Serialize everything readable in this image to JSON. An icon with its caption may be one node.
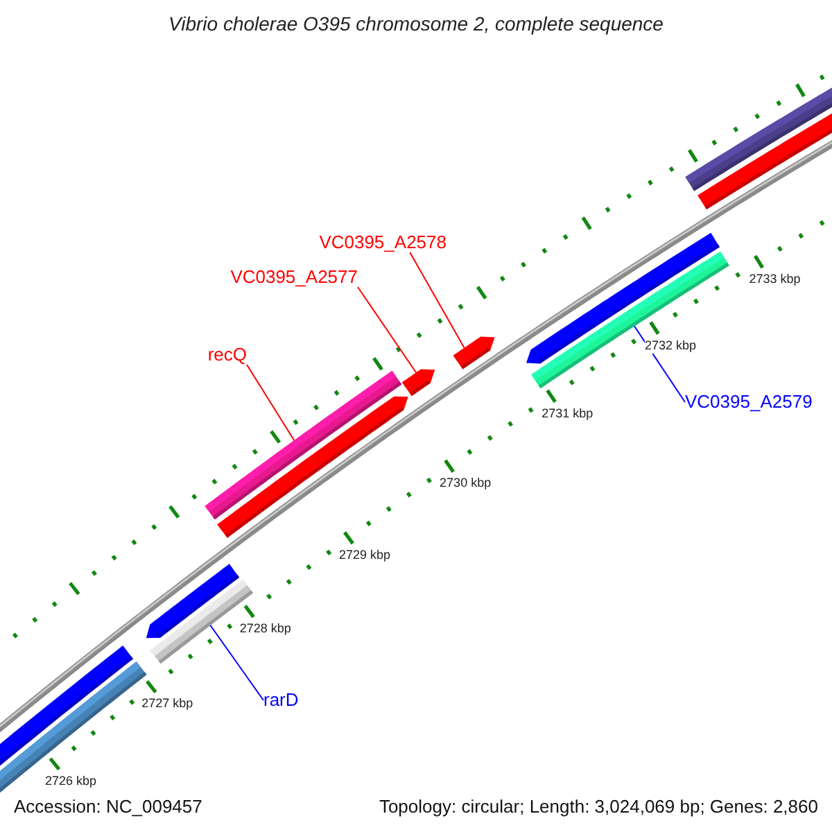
{
  "diagram": {
    "title": "Vibrio cholerae O395 chromosome 2, complete sequence",
    "nodes": [
      {
        "text": [
          "recQ"
        ]
      },
      {
        "text": [],
        "shape": "bar"
      },
      {
        "text": [
          "VC0395_A2577"
        ]
      },
      {
        "text": [],
        "shape": "bar"
      },
      {
        "text": [
          "VC0395_A2578"
        ]
      },
      {
        "text": [],
        "shape": "bar"
      },
      {
        "text": [
          "VC0395_A2579"
        ]
      },
      {
        "text": [],
        "shape": "bar"
      },
      {
        "text": [
          "rarD"
        ]
      },
      {
        "text": [],
        "shape": "bar"
      }
    ],
    "edges": [
      {
        "from": 0,
        "to": 1,
        "arrow": "none"
      },
      {
        "from": 2,
        "to": 3,
        "arrow": "none"
      },
      {
        "from": 4,
        "to": 5,
        "arrow": "none"
      },
      {
        "from": 6,
        "to": 7,
        "arrow": "none",
        "color": "#0000ff"
      },
      {
        "from": 8,
        "to": 9,
        "arrow": "none",
        "color": "#0000ff"
      }
    ],
    "labels": [
      "2733 kbp",
      "2732 kbp",
      "2731 kbp",
      "2730 kbp",
      "2729 kbp",
      "2728 kbp",
      "2727 kbp",
      "2726 kbp",
      "Accession: NC_009457",
      "Topology: circular; Length: 3,024,069 bp; Genes: 2,860"
    ]
  }
}
